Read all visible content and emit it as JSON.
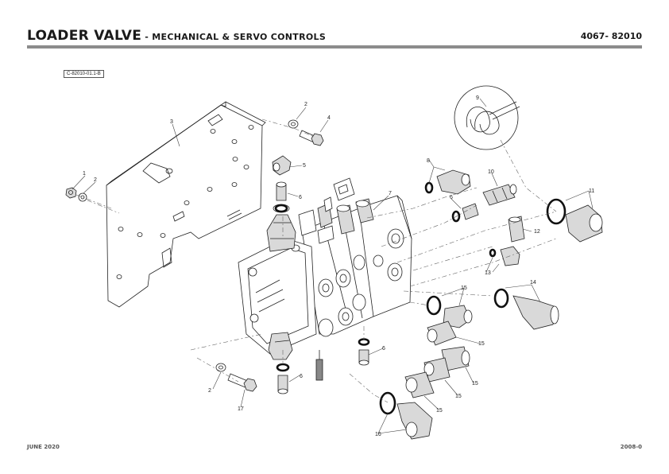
{
  "header": {
    "title_main": "LOADER VALVE",
    "title_sub": " - MECHANICAL & SERVO CONTROLS",
    "doc_number": "4067- 82010"
  },
  "figure_ref": "C-82010-01.1-B",
  "callouts": {
    "c1": "1",
    "c2a": "2",
    "c2b": "2",
    "c2c": "2",
    "c3": "3",
    "c4": "4",
    "c5": "5",
    "c6a": "6",
    "c6b": "6",
    "c6c": "6",
    "c6d": "6",
    "c7": "7",
    "c8": "8",
    "c9": "9",
    "c10": "10",
    "c11": "11",
    "c12": "12",
    "c13": "13",
    "c14": "14",
    "c15a": "15",
    "c15b": "15",
    "c15c": "15",
    "c15d": "15",
    "c15e": "15",
    "c16": "16",
    "c17": "17"
  },
  "footer": {
    "date": "JUNE 2020",
    "page": "2008-0"
  }
}
